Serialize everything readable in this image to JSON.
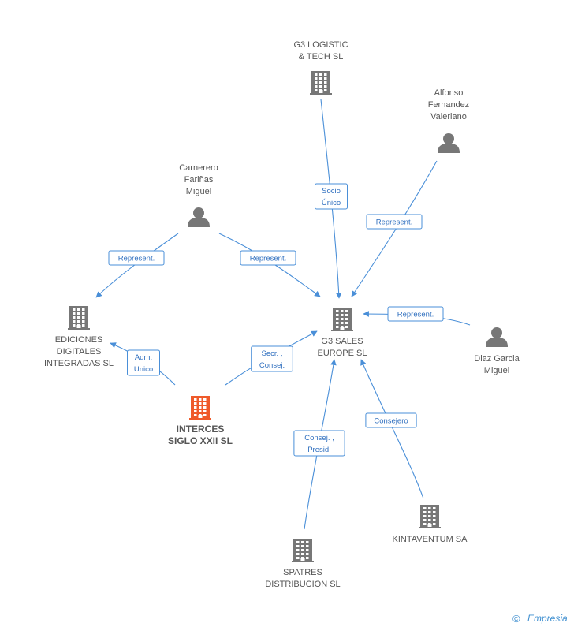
{
  "colors": {
    "building": "#777777",
    "building_highlight": "#ef5a2a",
    "person": "#777777",
    "edge": "#4a8fd8",
    "text": "#555555"
  },
  "nodes": [
    {
      "id": "g3logistic",
      "kind": "company",
      "lines": [
        "G3 LOGISTIC",
        "& TECH SL"
      ]
    },
    {
      "id": "alfonso",
      "kind": "person",
      "lines": [
        "Alfonso",
        "Fernandez",
        "Valeriano"
      ]
    },
    {
      "id": "carnerero",
      "kind": "person",
      "lines": [
        "Carnerero",
        "Fariñas",
        "Miguel"
      ]
    },
    {
      "id": "ediciones",
      "kind": "company",
      "lines": [
        "EDICIONES",
        "DIGITALES",
        "INTEGRADAS SL"
      ]
    },
    {
      "id": "g3sales",
      "kind": "company",
      "lines": [
        "G3 SALES",
        "EUROPE SL"
      ]
    },
    {
      "id": "diaz",
      "kind": "person",
      "lines": [
        "Diaz Garcia",
        "Miguel"
      ]
    },
    {
      "id": "interces",
      "kind": "company-main",
      "lines": [
        "INTERCES",
        "SIGLO XXII SL"
      ]
    },
    {
      "id": "kintaventum",
      "kind": "company",
      "lines": [
        "KINTAVENTUM SA"
      ]
    },
    {
      "id": "spatres",
      "kind": "company",
      "lines": [
        "SPATRES",
        "DISTRIBUCION SL"
      ]
    }
  ],
  "edges": [
    {
      "from": "g3logistic",
      "to": "g3sales",
      "label": [
        "Socio",
        "Único"
      ]
    },
    {
      "from": "alfonso",
      "to": "g3sales",
      "label": [
        "Represent."
      ]
    },
    {
      "from": "carnerero",
      "to": "ediciones",
      "label": [
        "Represent."
      ]
    },
    {
      "from": "carnerero",
      "to": "g3sales",
      "label": [
        "Represent."
      ]
    },
    {
      "from": "diaz",
      "to": "g3sales",
      "label": [
        "Represent."
      ]
    },
    {
      "from": "interces",
      "to": "ediciones",
      "label": [
        "Adm.",
        "Unico"
      ]
    },
    {
      "from": "interces",
      "to": "g3sales",
      "label": [
        "Secr. ,",
        "Consej."
      ]
    },
    {
      "from": "spatres",
      "to": "g3sales",
      "label": [
        "Consej. ,",
        "Presid."
      ]
    },
    {
      "from": "kintaventum",
      "to": "g3sales",
      "label": [
        "Consejero"
      ]
    }
  ],
  "footer": {
    "copyright": "©",
    "brand": "Empresia"
  }
}
